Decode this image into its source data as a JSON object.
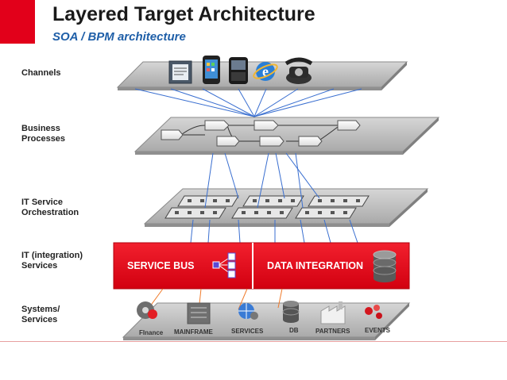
{
  "header": {
    "title": "Layered Target Architecture",
    "subtitle": "SOA / BPM architecture"
  },
  "layers": {
    "channels": "Channels",
    "business_processes": "Business\nProcesses",
    "it_service_orchestration": "IT Service\nOrchestration",
    "it_integration_services": "IT (integration)\nServices",
    "systems_services": "Systems/\nServices"
  },
  "integration": {
    "service_bus": "SERVICE BUS",
    "data_integration": "DATA INTEGRATION"
  },
  "systems": [
    "FInance",
    "MAINFRAME",
    "SERVICES",
    "DB",
    "PARTNERS",
    "EVENTS"
  ],
  "channel_icons": [
    "desktop-app-icon",
    "smartphone-icon",
    "blackberry-icon",
    "internet-explorer-icon",
    "telephone-icon"
  ],
  "colors": {
    "brand_red": "#e2001a",
    "link_blue": "#3a6fd0",
    "subtitle_blue": "#1f5fa8",
    "platform_gray": "#b9b9b9"
  }
}
